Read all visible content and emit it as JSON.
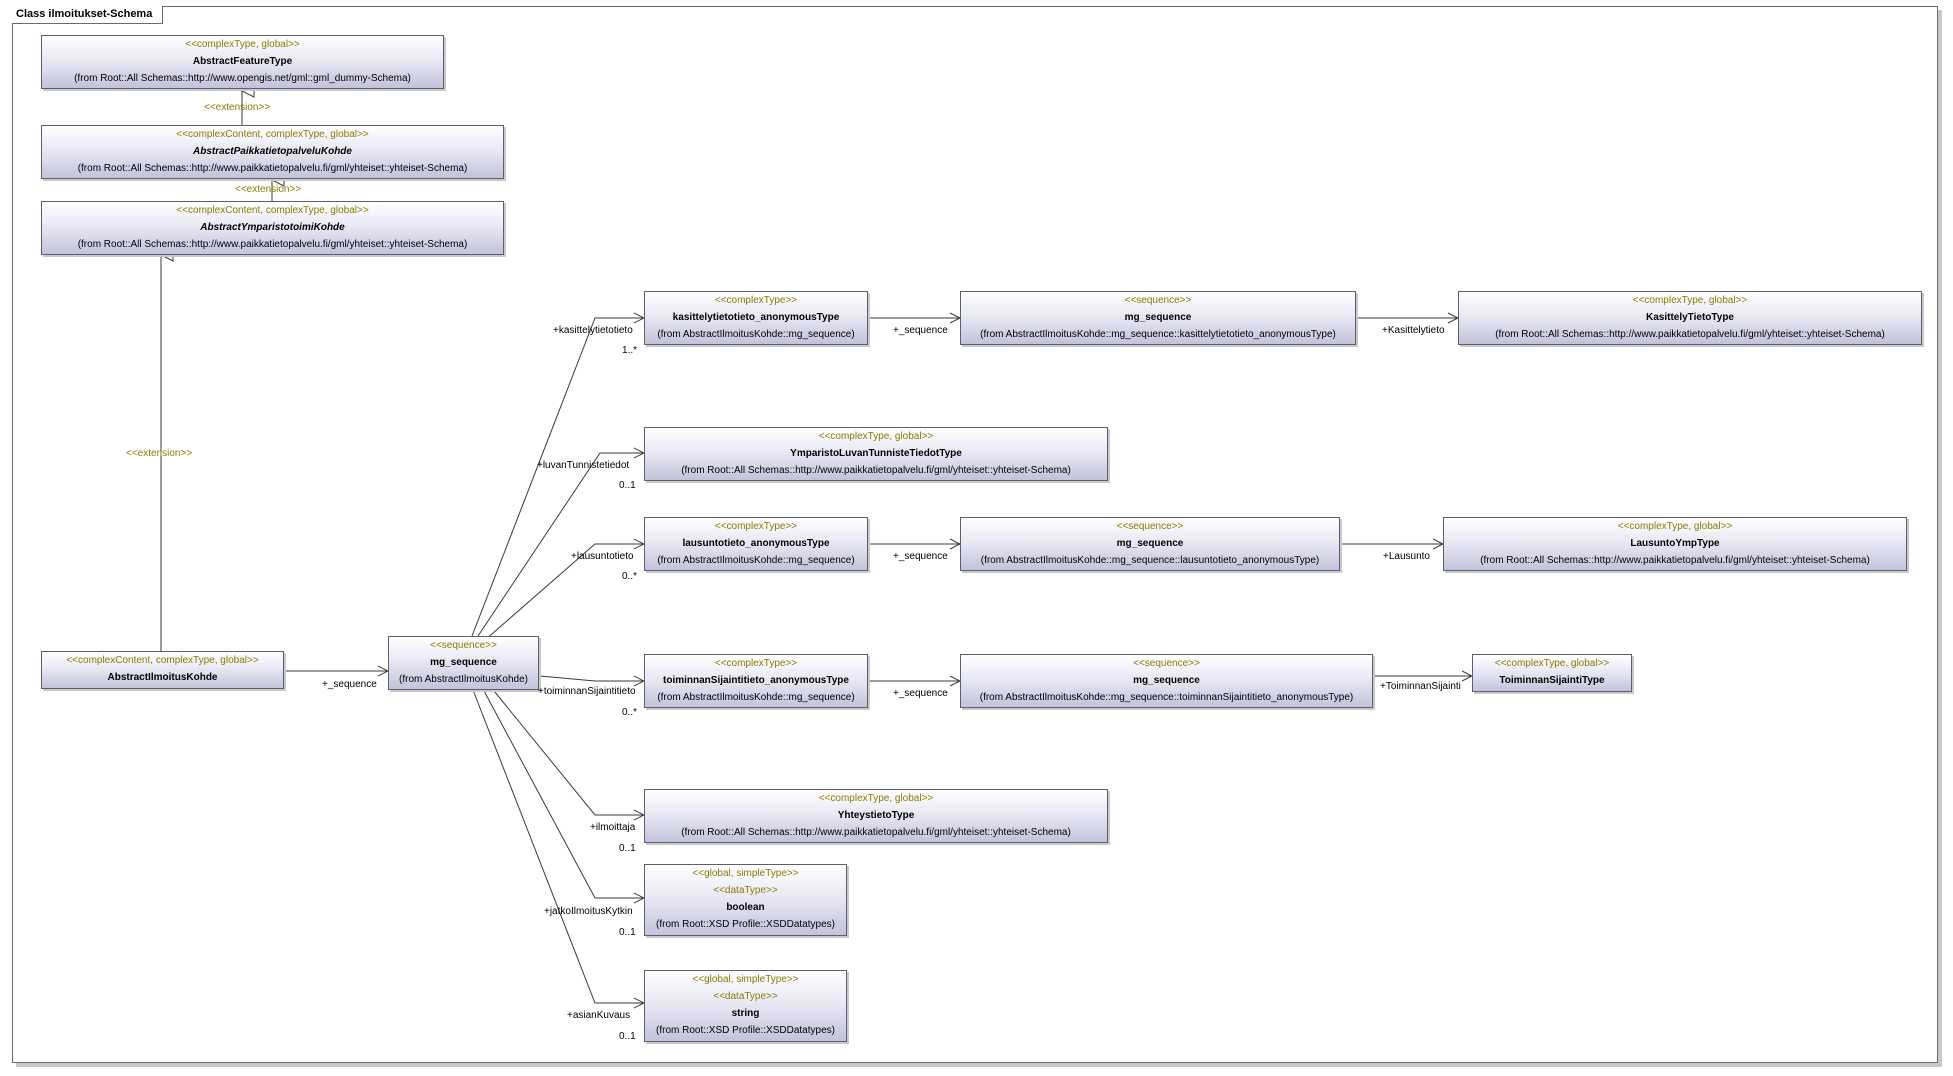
{
  "diagram_title": "Class ilmoitukset-Schema",
  "classes": {
    "abstract_feature_type": {
      "stereotype": "<<complexType, global>>",
      "name": "AbstractFeatureType",
      "from": "(from Root::All Schemas::http://www.opengis.net/gml::gml_dummy-Schema)"
    },
    "abstract_paikkatietopalvelu_kohde": {
      "stereotype": "<<complexContent, complexType, global>>",
      "name": "AbstractPaikkatietopalveluKohde",
      "from": "(from Root::All Schemas::http://www.paikkatietopalvelu.fi/gml/yhteiset::yhteiset-Schema)"
    },
    "abstract_ymparistotoimi_kohde": {
      "stereotype": "<<complexContent, complexType, global>>",
      "name": "AbstractYmparistotoimiKohde",
      "from": "(from Root::All Schemas::http://www.paikkatietopalvelu.fi/gml/yhteiset::yhteiset-Schema)"
    },
    "abstract_ilmoitus_kohde": {
      "stereotype": "<<complexContent, complexType, global>>",
      "name": "AbstractIlmoitusKohde"
    },
    "mg_sequence_main": {
      "stereotype": "<<sequence>>",
      "name": "mg_sequence",
      "from": "(from AbstractIlmoitusKohde)"
    },
    "kasittelytietotieto_anon": {
      "stereotype": "<<complexType>>",
      "name": "kasittelytietotieto_anonymousType",
      "from": "(from AbstractIlmoitusKohde::mg_sequence)"
    },
    "mg_sequence_kasittely": {
      "stereotype": "<<sequence>>",
      "name": "mg_sequence",
      "from": "(from AbstractIlmoitusKohde::mg_sequence::kasittelytietotieto_anonymousType)"
    },
    "kasittely_tieto_type": {
      "stereotype": "<<complexType, global>>",
      "name": "KasittelyTietoType",
      "from": "(from Root::All Schemas::http://www.paikkatietopalvelu.fi/gml/yhteiset::yhteiset-Schema)"
    },
    "ymparisto_luvan_tunniste": {
      "stereotype": "<<complexType, global>>",
      "name": "YmparistoLuvanTunnisteTiedotType",
      "from": "(from Root::All Schemas::http://www.paikkatietopalvelu.fi/gml/yhteiset::yhteiset-Schema)"
    },
    "lausuntotieto_anon": {
      "stereotype": "<<complexType>>",
      "name": "lausuntotieto_anonymousType",
      "from": "(from AbstractIlmoitusKohde::mg_sequence)"
    },
    "mg_sequence_lausunto": {
      "stereotype": "<<sequence>>",
      "name": "mg_sequence",
      "from": "(from AbstractIlmoitusKohde::mg_sequence::lausuntotieto_anonymousType)"
    },
    "lausunto_ymp_type": {
      "stereotype": "<<complexType, global>>",
      "name": "LausuntoYmpType",
      "from": "(from Root::All Schemas::http://www.paikkatietopalvelu.fi/gml/yhteiset::yhteiset-Schema)"
    },
    "toiminnan_sijaintitieto_anon": {
      "stereotype": "<<complexType>>",
      "name": "toiminnanSijaintitieto_anonymousType",
      "from": "(from AbstractIlmoitusKohde::mg_sequence)"
    },
    "mg_sequence_toiminnan": {
      "stereotype": "<<sequence>>",
      "name": "mg_sequence",
      "from": "(from AbstractIlmoitusKohde::mg_sequence::toiminnanSijaintitieto_anonymousType)"
    },
    "toiminnan_sijainti_type": {
      "stereotype": "<<complexType, global>>",
      "name": "ToiminnanSijaintiType"
    },
    "yhteystieto_type": {
      "stereotype": "<<complexType, global>>",
      "name": "YhteystietoType",
      "from": "(from Root::All Schemas::http://www.paikkatietopalvelu.fi/gml/yhteiset::yhteiset-Schema)"
    },
    "boolean_type": {
      "stereotype": "<<global, simpleType>>",
      "stereotype2": "<<dataType>>",
      "name": "boolean",
      "from": "(from Root::XSD Profile::XSDDatatypes)"
    },
    "string_type": {
      "stereotype": "<<global, simpleType>>",
      "stereotype2": "<<dataType>>",
      "name": "string",
      "from": "(from Root::XSD Profile::XSDDatatypes)"
    }
  },
  "edge_labels": {
    "extension": "<<extension>>",
    "seq_role": "+_sequence",
    "kasittelytietotieto_role": "+kasittelytietotieto",
    "kasittelytietotieto_mult": "1..*",
    "luvan_role": "+luvanTunnistetiedot",
    "luvan_mult": "0..1",
    "lausunto_role": "+lausuntotieto",
    "lausunto_mult": "0..*",
    "toiminnan_role": "+toiminnanSijaintitieto",
    "toiminnan_mult": "0..*",
    "ilmoittaja_role": "+ilmoittaja",
    "ilmoittaja_mult": "0..1",
    "jatko_role": "+jatkoIlmoitusKytkin",
    "jatko_mult": "0..1",
    "asian_role": "+asianKuvaus",
    "asian_mult": "0..1",
    "kasittelytieto_target_role": "+Kasittelytieto",
    "lausunto_target_role": "+Lausunto",
    "toiminnan_target_role": "+ToiminnanSijainti"
  },
  "colors": {
    "stereotype_text": "#8a7b00",
    "box_border": "#5d5d74",
    "box_fill_top": "#ffffff",
    "box_fill_bottom": "#c3c3da",
    "edge_line": "#3a3a3a"
  }
}
